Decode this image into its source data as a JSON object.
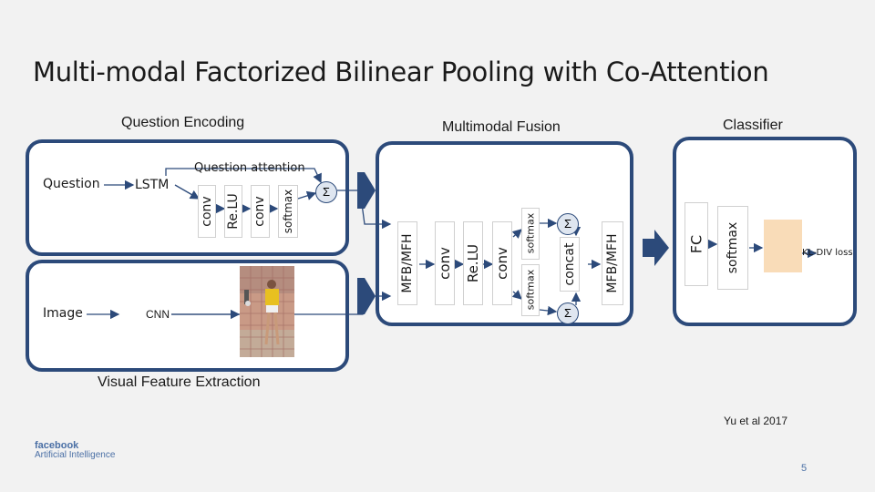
{
  "title": "Multi-modal Factorized Bilinear Pooling with Co-Attention",
  "sections": {
    "question_encoding": "Question Encoding",
    "multimodal_fusion": "Multimodal Fusion",
    "classifier": "Classifier",
    "visual_feature_extraction": "Visual Feature Extraction"
  },
  "inputs": {
    "question": "Question",
    "image": "Image"
  },
  "modules": {
    "lstm": "LSTM",
    "cnn": "CNN",
    "question_attention": "Question attention",
    "qa_conv1": "conv",
    "qa_relu": "Re.LU",
    "qa_conv2": "conv",
    "qa_softmax": "softmax",
    "sum": "Σ",
    "mfb1": "MFB/MFH",
    "fus_conv1": "conv",
    "fus_relu": "Re.LU",
    "fus_conv2": "conv",
    "softmax_top": "softmax",
    "softmax_bottom": "softmax",
    "concat": "concat",
    "mfb2": "MFB/MFH",
    "fc": "FC",
    "cls_softmax": "softmax",
    "kl_loss": "KL-DIV loss"
  },
  "citation": "Yu et al 2017",
  "brand": {
    "line1": "facebook",
    "line2": "Artificial Intelligence"
  },
  "page_number": "5",
  "colors": {
    "panel_border": "#2c4a7a",
    "arrow": "#2c4a7a",
    "loss_box": "#f9dcb8"
  }
}
